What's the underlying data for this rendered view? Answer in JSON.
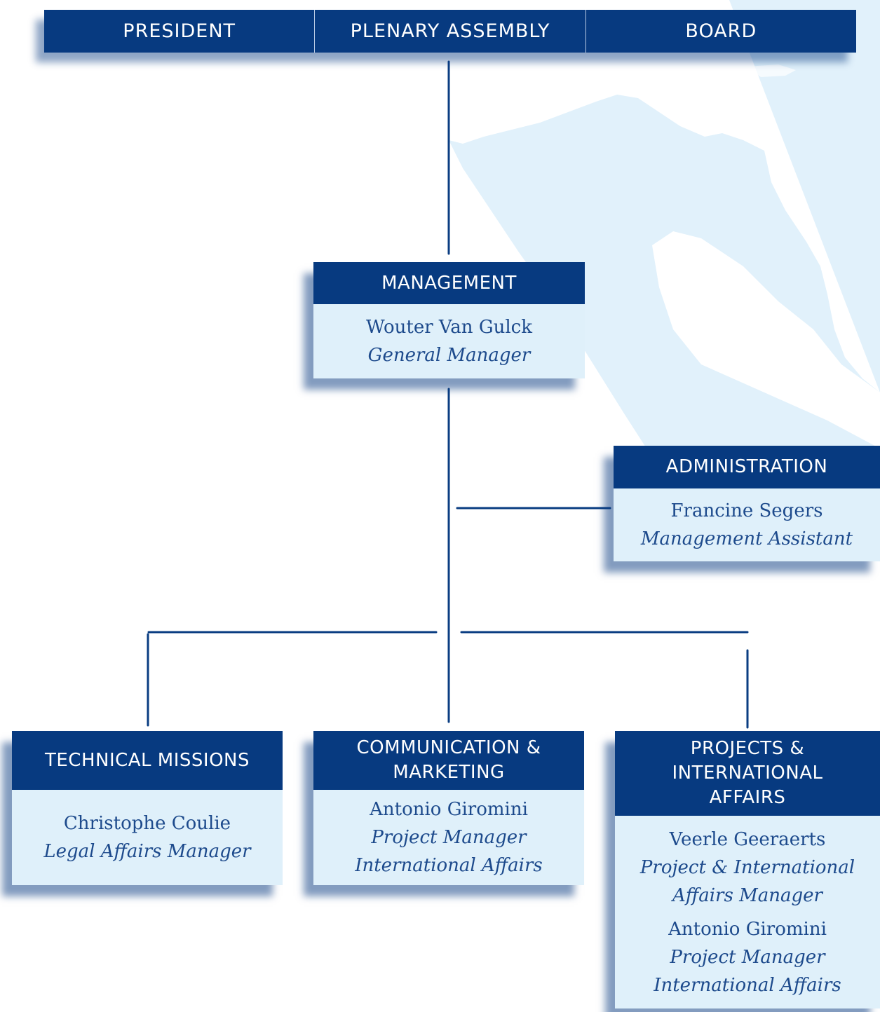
{
  "header": {
    "items": [
      "PRESIDENT",
      "PLENARY ASSEMBLY",
      "BOARD"
    ]
  },
  "management": {
    "title": "MANAGEMENT",
    "people": [
      {
        "name": "Wouter Van Gulck",
        "role": "General Manager"
      }
    ]
  },
  "administration": {
    "title": "ADMINISTRATION",
    "people": [
      {
        "name": "Francine Segers",
        "role": "Management Assistant"
      }
    ]
  },
  "technical_missions": {
    "title": "TECHNICAL MISSIONS",
    "people": [
      {
        "name": "Christophe Coulie",
        "role": "Legal Affairs Manager"
      }
    ]
  },
  "communication": {
    "title_lines": [
      "COMMUNICATION &",
      "MARKETING"
    ],
    "people": [
      {
        "name": "Antonio Giromini",
        "role_lines": [
          "Project Manager",
          "International Affairs"
        ]
      }
    ]
  },
  "projects": {
    "title_lines": [
      "PROJECTS &",
      "INTERNATIONAL",
      "AFFAIRS"
    ],
    "people": [
      {
        "name": "Veerle Geeraerts",
        "role_lines": [
          "Project & International",
          "Affairs Manager"
        ]
      },
      {
        "name": "Antonio Giromini",
        "role_lines": [
          "Project Manager",
          "International Affairs"
        ]
      }
    ]
  },
  "colors": {
    "header_blue": "#073a80",
    "body_fill": "#dff0fa",
    "body_text": "#1d4a8c",
    "map_fill": "#e1f1fb"
  }
}
